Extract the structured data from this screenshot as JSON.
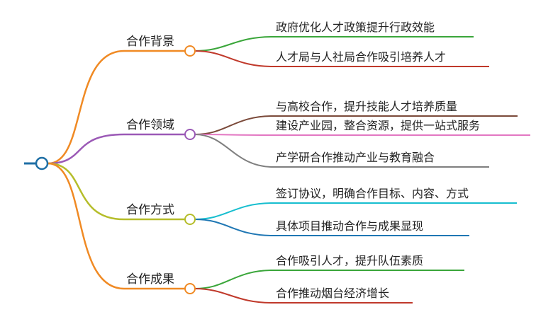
{
  "colors": {
    "root": "#1f6fa5",
    "background": "#ffffff"
  },
  "branches": [
    {
      "label": "合作背景",
      "color": "#f08a24",
      "children": [
        {
          "label": "政府优化人才政策提升行政效能",
          "color": "#3aa63a"
        },
        {
          "label": "人才局与人社局合作吸引培养人才",
          "color": "#c0392b"
        }
      ]
    },
    {
      "label": "合作领域",
      "color": "#9b59b6",
      "children": [
        {
          "label": "与高校合作，提升技能人才培养质量",
          "color": "#7b4a3a"
        },
        {
          "label": "建设产业园，整合资源，提供一站式服务",
          "color": "#e377c2"
        },
        {
          "label": "产学研合作推动产业与教育融合",
          "color": "#7f7f7f"
        }
      ]
    },
    {
      "label": "合作方式",
      "color": "#b5bd2a",
      "children": [
        {
          "label": "签订协议，明确合作目标、内容、方式",
          "color": "#17becf"
        },
        {
          "label": "具体项目推动合作与成果显现",
          "color": "#1f77b4"
        }
      ]
    },
    {
      "label": "合作成果",
      "color": "#f08a24",
      "children": [
        {
          "label": "合作吸引人才，提升队伍素质",
          "color": "#3aa63a"
        },
        {
          "label": "合作推动烟台经济增长",
          "color": "#c0392b"
        }
      ]
    }
  ]
}
